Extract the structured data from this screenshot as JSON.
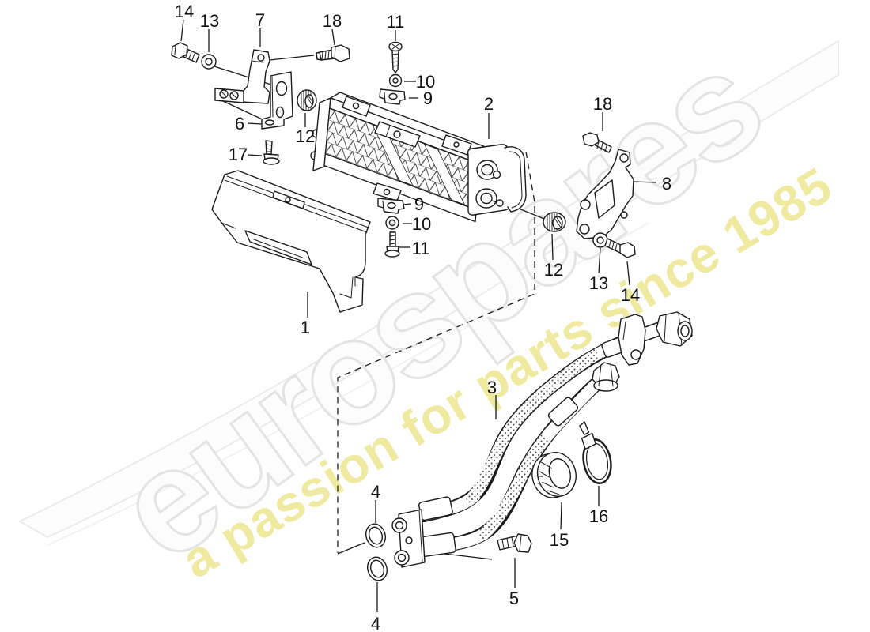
{
  "diagram": {
    "callouts": {
      "c14a": "14",
      "c13a": "13",
      "c7": "7",
      "c18a": "18",
      "c11a": "11",
      "c10a": "10",
      "c9a": "9",
      "c6": "6",
      "c12a": "12",
      "c17": "17",
      "c2": "2",
      "c18b": "18",
      "c8": "8",
      "c12b": "12",
      "c13b": "13",
      "c14b": "14",
      "c9b": "9",
      "c10b": "10",
      "c11b": "11",
      "c1": "1",
      "c3": "3",
      "c4a": "4",
      "c4b": "4",
      "c5": "5",
      "c15": "15",
      "c16": "16"
    }
  },
  "watermark": {
    "brand": "eurospares",
    "tagline": "a passion for parts since 1985"
  },
  "colors": {
    "background": "#ffffff",
    "line_art": "#1a1a1a",
    "watermark_brand": "#e3e3e3",
    "watermark_tagline": "#f0e99c"
  }
}
